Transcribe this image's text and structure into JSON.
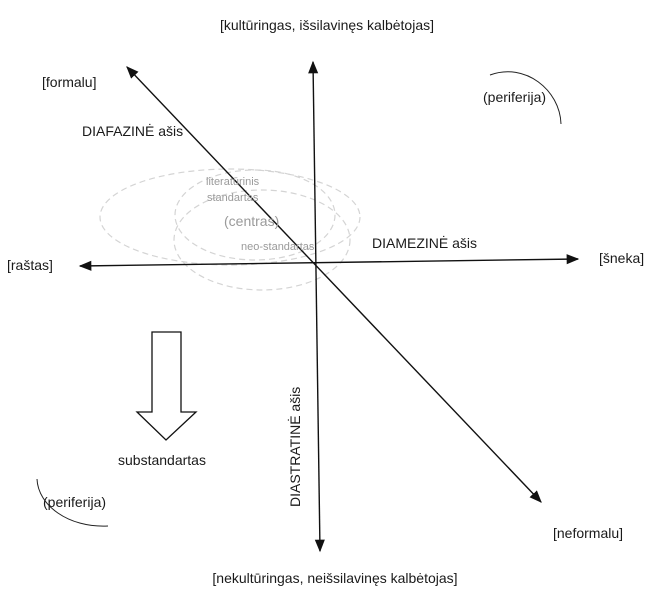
{
  "labels": {
    "top": "[kultūringas, išsilavinęs kalbėtojas]",
    "bottom": "[nekultūringas, neišsilavinęs kalbėtojas]",
    "left": "[raštas]",
    "right": "[šneka]",
    "upper_left": "[formalu]",
    "lower_right": "[neformalu]",
    "periphery_top": "(periferija)",
    "periphery_bottom": "(periferija)",
    "diafazine_axis": "DIAFAZINĖ ašis",
    "diamezine_axis": "DIAMEZINĖ ašis",
    "diastratine_axis": "DIASTRATINĖ ašis",
    "literary_standard_line1": "literatūrinis",
    "literary_standard_line2": "standartas",
    "center": "(centras)",
    "neo_standard": "neo-standartas",
    "substandard": "substandartas"
  },
  "colors": {
    "axis": "#111111",
    "ellipse": "#d4d4d4",
    "grey_text": "#9a9a9a"
  }
}
